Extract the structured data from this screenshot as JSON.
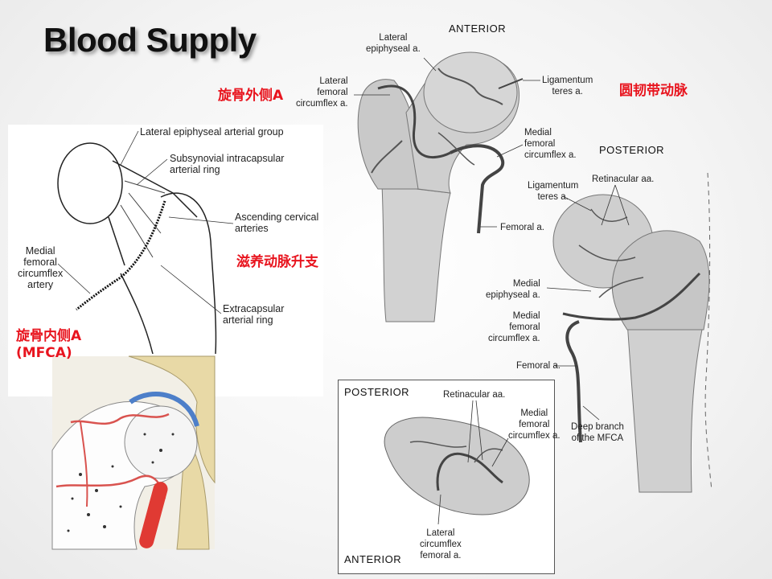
{
  "slide": {
    "title": "Blood Supply"
  },
  "chinese_labels": {
    "lateral_circumflex": "旋骨外侧A",
    "ligamentum_artery": "圆韧带动脉",
    "nutrient_ascending": "滋养动脉升支",
    "medial_circumflex": "旋骨内侧A",
    "mfca": "(MFCA)"
  },
  "left_diagram": {
    "labels": {
      "lateral_epiphyseal": "Lateral epiphyseal arterial group",
      "subsynovial": "Subsynovial intracapsular\narterial ring",
      "ascending_cervical": "Ascending cervical\narteries",
      "medial_femoral": "Medial\nfemoral\ncircumflex\nartery",
      "extracapsular": "Extracapsular\narterial ring"
    }
  },
  "anterior_diagram": {
    "header": "ANTERIOR",
    "labels": {
      "lateral_epiphyseal": "Lateral\nepiphyseal a.",
      "lateral_femoral_circumflex": "Lateral\nfemoral\ncircumflex a.",
      "ligamentum_teres": "Ligamentum\nteres a.",
      "medial_femoral_circumflex": "Medial\nfemoral\ncircumflex a.",
      "femoral": "Femoral a."
    }
  },
  "posterior_diagram": {
    "header": "POSTERIOR",
    "labels": {
      "ligamentum_teres": "Ligamentum\nteres a.",
      "retinacular": "Retinacular aa.",
      "medial_epiphyseal": "Medial\nepiphyseal a.",
      "medial_femoral_circumflex": "Medial\nfemoral\ncircumflex a.",
      "femoral": "Femoral a.",
      "deep_branch": "Deep branch\nof the MFCA"
    }
  },
  "inset_diagram": {
    "header_top": "POSTERIOR",
    "header_bottom": "ANTERIOR",
    "labels": {
      "retinacular": "Retinacular aa.",
      "medial_femoral_circumflex": "Medial\nfemoral\ncircumflex a.",
      "lateral_circumflex": "Lateral\ncircumflex\nfemoral a."
    }
  },
  "colors": {
    "chinese_label": "#e8141e",
    "artery_red": "#d9534f",
    "bone_gray": "#c8c8c8",
    "cartilage_blue": "#4d7fc9",
    "pelvis_yellow": "#e8d9a6"
  }
}
